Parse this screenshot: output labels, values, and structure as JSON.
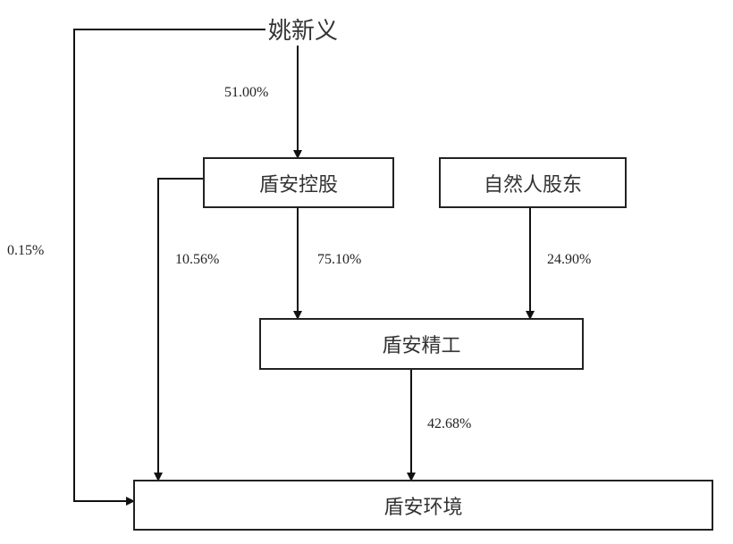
{
  "nodes": {
    "root": "姚新义",
    "holding": "盾安控股",
    "natural": "自然人股东",
    "jinggong": "盾安精工",
    "target": "盾安环境"
  },
  "edges": {
    "root_holding": "51.00%",
    "root_target": "0.15%",
    "holding_target": "10.56%",
    "holding_jinggong": "75.10%",
    "natural_jinggong": "24.90%",
    "jinggong_target": "42.68%"
  }
}
